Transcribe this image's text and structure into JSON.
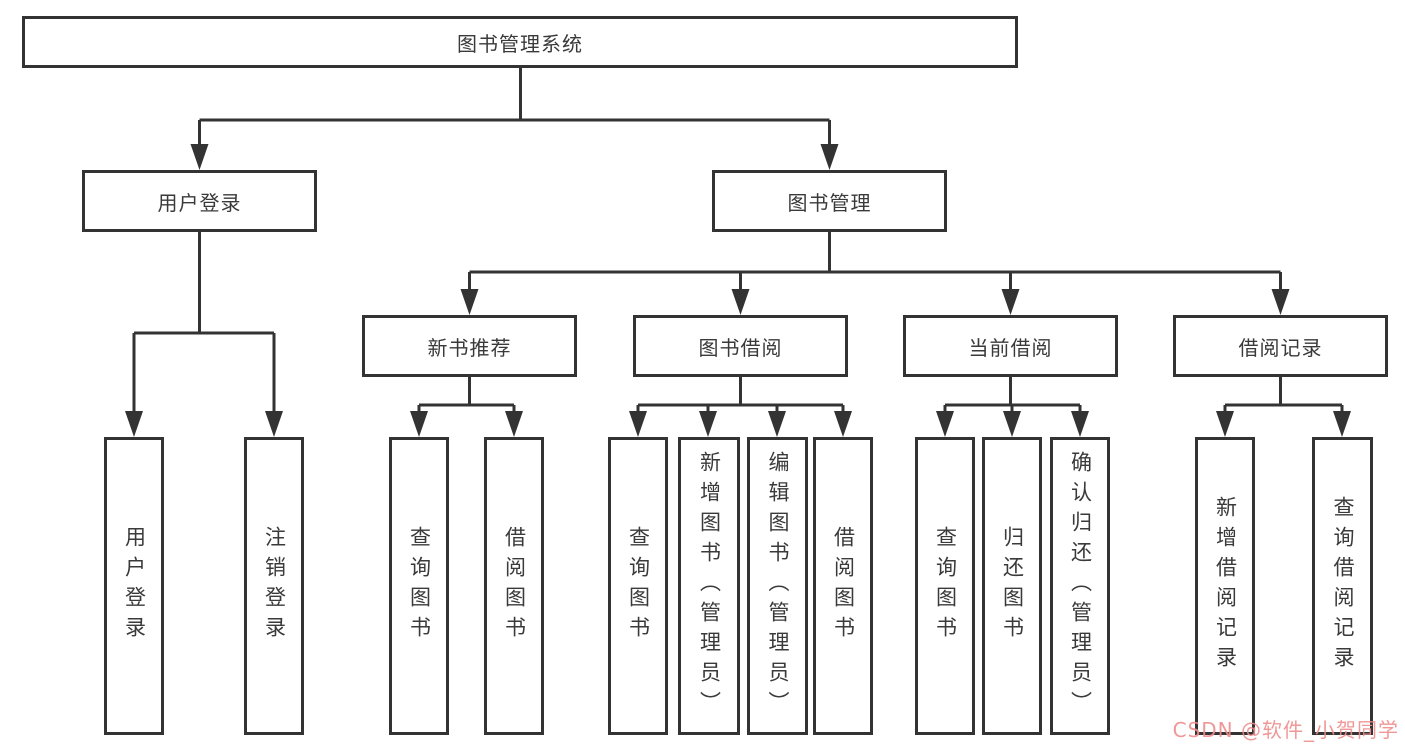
{
  "tree": {
    "root": {
      "label": "图书管理系统"
    },
    "branches": [
      {
        "label": "用户登录",
        "children": [
          {
            "label": "用户登录"
          },
          {
            "label": "注销登录"
          }
        ]
      },
      {
        "label": "图书管理",
        "children": [
          {
            "label": "新书推荐",
            "children": [
              {
                "label": "查询图书"
              },
              {
                "label": "借阅图书"
              }
            ]
          },
          {
            "label": "图书借阅",
            "children": [
              {
                "label": "查询图书"
              },
              {
                "label": "新增图书（管理员）"
              },
              {
                "label": "编辑图书（管理员）"
              },
              {
                "label": "借阅图书"
              }
            ]
          },
          {
            "label": "当前借阅",
            "children": [
              {
                "label": "查询图书"
              },
              {
                "label": "归还图书"
              },
              {
                "label": "确认归还（管理员）"
              }
            ]
          },
          {
            "label": "借阅记录",
            "children": [
              {
                "label": "新增借阅记录"
              },
              {
                "label": "查询借阅记录"
              }
            ]
          }
        ]
      }
    ]
  },
  "watermark": {
    "text": "CSDN @软件_小贺同学",
    "color": "#ef8c8c"
  },
  "colors": {
    "line": "#333333",
    "text": "#3a3a3a",
    "background": "#ffffff"
  }
}
